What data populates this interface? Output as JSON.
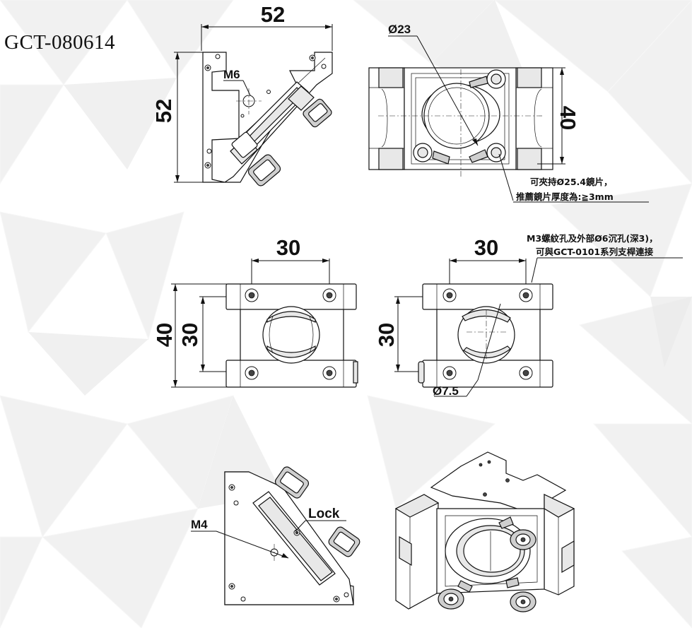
{
  "model_code": "GCT-080614",
  "views": {
    "side_view": {
      "width_dim": "52",
      "height_dim": "52",
      "thread_label": "M6"
    },
    "front_view": {
      "aperture_dim": "Ø23",
      "height_dim": "40",
      "note_line1": "可夾持Ø25.4鏡片，",
      "note_line2": "推薦鏡片厚度為:≧3mm"
    },
    "top_view_left": {
      "spacing_dim": "30",
      "outer_height_dim": "40",
      "inner_height_dim": "30"
    },
    "top_view_right": {
      "spacing_dim": "30",
      "height_dim": "30",
      "small_hole_dim": "Ø7.5",
      "note_line1": "M3螺紋孔及外部Ø6沉孔(深3)，",
      "note_line2": "可與GCT-0101系列支桿連接"
    },
    "back_view": {
      "thread_label": "M4",
      "lock_label": "Lock"
    }
  }
}
